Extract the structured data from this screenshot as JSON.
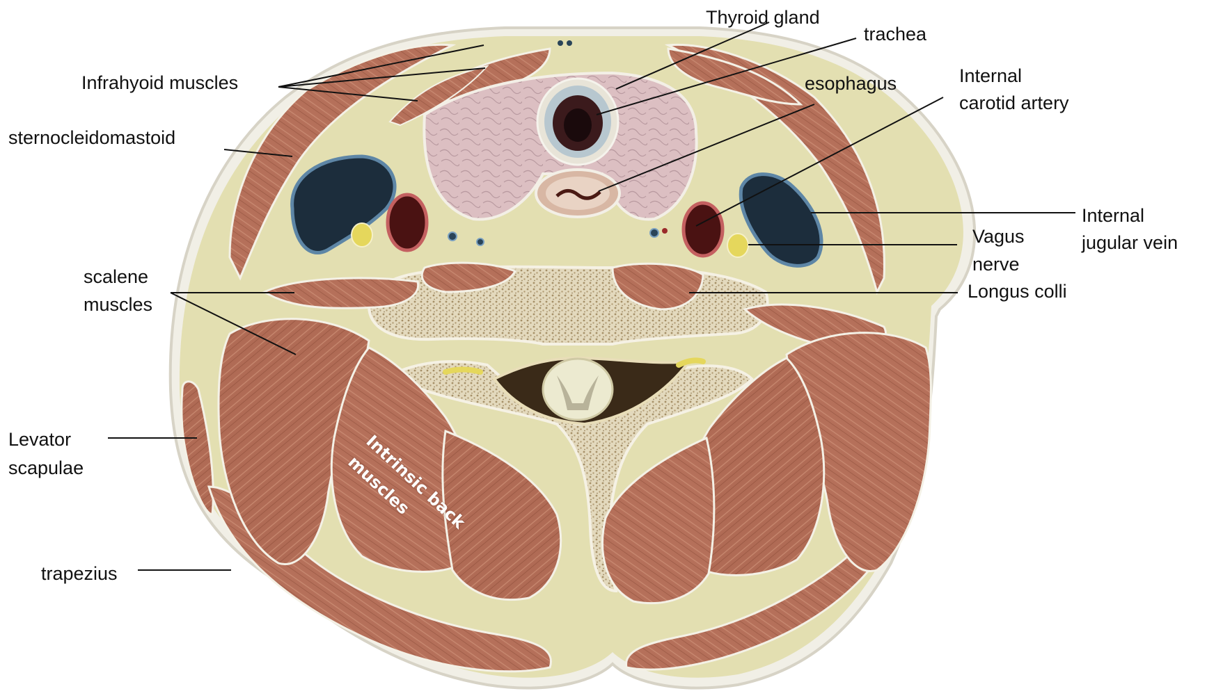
{
  "labels": {
    "thyroid_gland": "Thyroid gland",
    "trachea": "trachea",
    "esophagus": "esophagus",
    "internal_carotid_1": "Internal",
    "internal_carotid_2": "carotid artery",
    "infrahyoid_muscles": "Infrahyoid muscles",
    "sternocleidomastoid": "sternocleidomastoid",
    "internal_jugular_1": "Internal",
    "internal_jugular_2": "jugular vein",
    "vagus_1": "Vagus",
    "vagus_2": "nerve",
    "scalene_1": "scalene",
    "scalene_2": "muscles",
    "longus_colli": "Longus colli",
    "levator_1": "Levator",
    "levator_2": "scapulae",
    "trapezius": "trapezius",
    "intrinsic_1": "Intrinsic back",
    "intrinsic_2": "muscles"
  },
  "colors": {
    "muscle": "#b5705a",
    "muscle_dark": "#8e4a38",
    "fascia": "#e2dfb0",
    "skin": "#f1efe6",
    "thyroid": "#dcbfc0",
    "bone": "#ddd2b3",
    "vein": "#2a4458",
    "artery": "#7a2020",
    "nerve": "#e5d75c"
  }
}
